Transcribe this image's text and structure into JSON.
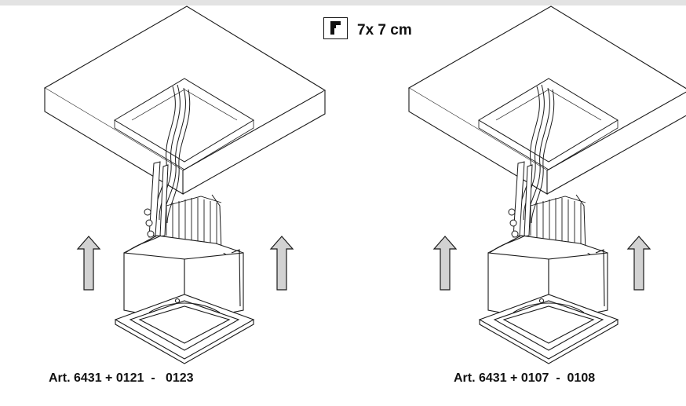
{
  "size_badge": {
    "icon": "square-frame-icon",
    "label": "7x 7 cm"
  },
  "installations": [
    {
      "caption": "Art. 6431 + 0121  -   0123"
    },
    {
      "caption": "Art. 6431 + 0107  -  0108"
    }
  ],
  "colors": {
    "line": "#1a1a1a",
    "arrow_fill": "#d2d2d2",
    "band": "#e3e3e3"
  }
}
